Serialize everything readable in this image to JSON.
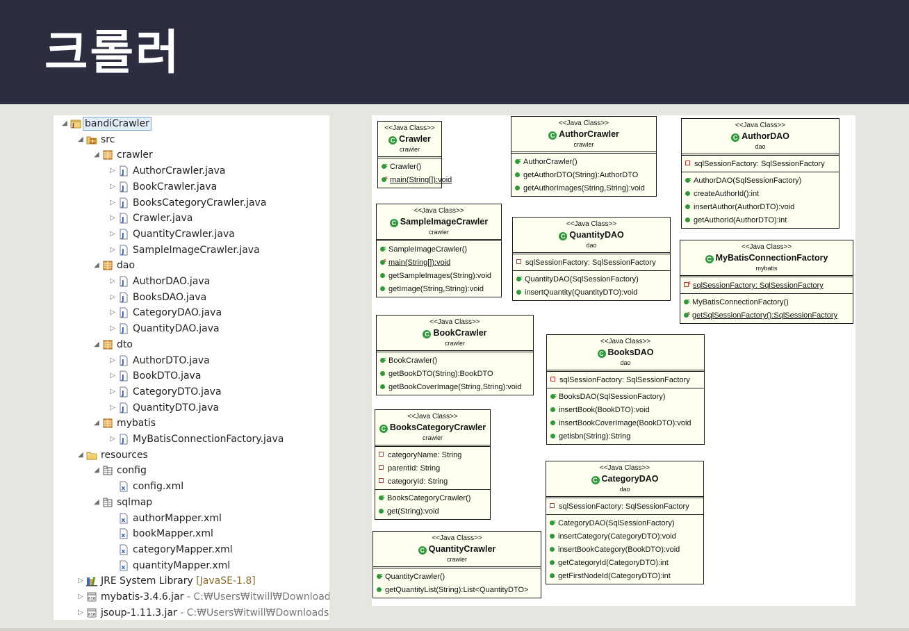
{
  "slide": {
    "title": "크롤러"
  },
  "explorer": {
    "rows": [
      {
        "depth": 0,
        "tw": "open",
        "icon": "project",
        "label": "bandiCrawler",
        "selected": true
      },
      {
        "depth": 1,
        "tw": "open",
        "icon": "src-folder",
        "label": "src"
      },
      {
        "depth": 2,
        "tw": "open",
        "icon": "package",
        "label": "crawler"
      },
      {
        "depth": 3,
        "tw": "closed",
        "icon": "java-file",
        "label": "AuthorCrawler.java"
      },
      {
        "depth": 3,
        "tw": "closed",
        "icon": "java-file",
        "label": "BookCrawler.java"
      },
      {
        "depth": 3,
        "tw": "closed",
        "icon": "java-file",
        "label": "BooksCategoryCrawler.java"
      },
      {
        "depth": 3,
        "tw": "closed",
        "icon": "java-file",
        "label": "Crawler.java"
      },
      {
        "depth": 3,
        "tw": "closed",
        "icon": "java-file",
        "label": "QuantityCrawler.java"
      },
      {
        "depth": 3,
        "tw": "closed",
        "icon": "java-file",
        "label": "SampleImageCrawler.java"
      },
      {
        "depth": 2,
        "tw": "open",
        "icon": "package",
        "label": "dao"
      },
      {
        "depth": 3,
        "tw": "closed",
        "icon": "java-file",
        "label": "AuthorDAO.java"
      },
      {
        "depth": 3,
        "tw": "closed",
        "icon": "java-file",
        "label": "BooksDAO.java"
      },
      {
        "depth": 3,
        "tw": "closed",
        "icon": "java-file",
        "label": "CategoryDAO.java"
      },
      {
        "depth": 3,
        "tw": "closed",
        "icon": "java-file",
        "label": "QuantityDAO.java"
      },
      {
        "depth": 2,
        "tw": "open",
        "icon": "package",
        "label": "dto"
      },
      {
        "depth": 3,
        "tw": "closed",
        "icon": "java-file",
        "label": "AuthorDTO.java"
      },
      {
        "depth": 3,
        "tw": "closed",
        "icon": "java-file",
        "label": "BookDTO.java"
      },
      {
        "depth": 3,
        "tw": "closed",
        "icon": "java-file",
        "label": "CategoryDTO.java"
      },
      {
        "depth": 3,
        "tw": "closed",
        "icon": "java-file",
        "label": "QuantityDTO.java"
      },
      {
        "depth": 2,
        "tw": "open",
        "icon": "package",
        "label": "mybatis"
      },
      {
        "depth": 3,
        "tw": "closed",
        "icon": "java-file",
        "label": "MyBatisConnectionFactory.java"
      },
      {
        "depth": 1,
        "tw": "open",
        "icon": "folder",
        "label": "resources"
      },
      {
        "depth": 2,
        "tw": "open",
        "icon": "resource-folder",
        "label": "config"
      },
      {
        "depth": 3,
        "tw": "none",
        "icon": "xml-file",
        "label": "config.xml"
      },
      {
        "depth": 2,
        "tw": "open",
        "icon": "resource-folder",
        "label": "sqlmap"
      },
      {
        "depth": 3,
        "tw": "none",
        "icon": "xml-file",
        "label": "authorMapper.xml"
      },
      {
        "depth": 3,
        "tw": "none",
        "icon": "xml-file",
        "label": "bookMapper.xml"
      },
      {
        "depth": 3,
        "tw": "none",
        "icon": "xml-file",
        "label": "categoryMapper.xml"
      },
      {
        "depth": 3,
        "tw": "none",
        "icon": "xml-file",
        "label": "quantityMapper.xml"
      },
      {
        "depth": 1,
        "tw": "closed",
        "icon": "library",
        "label": "JRE System Library",
        "decoration": "[JavaSE-1.8]"
      },
      {
        "depth": 1,
        "tw": "closed",
        "icon": "jar",
        "label": "mybatis-3.4.6.jar",
        "path": " - C:₩Users₩itwill₩Downloads"
      },
      {
        "depth": 1,
        "tw": "closed",
        "icon": "jar",
        "label": "jsoup-1.11.3.jar",
        "path": " - C:₩Users₩itwill₩Downloads"
      }
    ]
  },
  "uml": {
    "stereotype": "<<Java Class>>",
    "classes": [
      {
        "id": "crawler",
        "name": "Crawler",
        "pkg": "crawler",
        "fields": [],
        "methods": [
          {
            "kind": "ctor",
            "text": "Crawler()"
          },
          {
            "kind": "static",
            "text": "main(String[]):void"
          }
        ]
      },
      {
        "id": "author-crawler",
        "name": "AuthorCrawler",
        "pkg": "crawler",
        "fields": [],
        "methods": [
          {
            "kind": "ctor",
            "text": "AuthorCrawler()"
          },
          {
            "kind": "method",
            "text": "getAuthorDTO(String):AuthorDTO"
          },
          {
            "kind": "method",
            "text": "getAuthorImages(String,String):void"
          }
        ]
      },
      {
        "id": "author-dao",
        "name": "AuthorDAO",
        "pkg": "dao",
        "fields": [
          {
            "kind": "private",
            "text": "sqlSessionFactory: SqlSessionFactory"
          }
        ],
        "methods": [
          {
            "kind": "ctor",
            "text": "AuthorDAO(SqlSessionFactory)"
          },
          {
            "kind": "method",
            "text": "createAuthorId():int"
          },
          {
            "kind": "method",
            "text": "insertAuthor(AuthorDTO):void"
          },
          {
            "kind": "method",
            "text": "getAuthorId(AuthorDTO):int"
          }
        ]
      },
      {
        "id": "sample-image-crawler",
        "name": "SampleImageCrawler",
        "pkg": "crawler",
        "fields": [],
        "methods": [
          {
            "kind": "ctor",
            "text": "SampleImageCrawler()"
          },
          {
            "kind": "static",
            "text": "main(String[]):void"
          },
          {
            "kind": "method",
            "text": "getSampleImages(String):void"
          },
          {
            "kind": "method",
            "text": "getImage(String,String):void"
          }
        ]
      },
      {
        "id": "quantity-dao",
        "name": "QuantityDAO",
        "pkg": "dao",
        "fields": [
          {
            "kind": "private",
            "text": "sqlSessionFactory: SqlSessionFactory"
          }
        ],
        "methods": [
          {
            "kind": "ctor",
            "text": "QuantityDAO(SqlSessionFactory)"
          },
          {
            "kind": "method",
            "text": "insertQuantity(QuantityDTO):void"
          }
        ]
      },
      {
        "id": "mybatis-connection-factory",
        "name": "MyBatisConnectionFactory",
        "pkg": "mybatis",
        "fields": [
          {
            "kind": "private-static",
            "text": "sqlSessionFactory: SqlSessionFactory"
          }
        ],
        "methods": [
          {
            "kind": "ctor",
            "text": "MyBatisConnectionFactory()"
          },
          {
            "kind": "static",
            "text": "getSqlSessionFactory():SqlSessionFactory"
          }
        ]
      },
      {
        "id": "book-crawler",
        "name": "BookCrawler",
        "pkg": "crawler",
        "fields": [],
        "methods": [
          {
            "kind": "ctor",
            "text": "BookCrawler()"
          },
          {
            "kind": "method",
            "text": "getBookDTO(String):BookDTO"
          },
          {
            "kind": "method",
            "text": "getBookCoverImage(String,String):void"
          }
        ]
      },
      {
        "id": "books-dao",
        "name": "BooksDAO",
        "pkg": "dao",
        "fields": [
          {
            "kind": "private",
            "text": "sqlSessionFactory: SqlSessionFactory"
          }
        ],
        "methods": [
          {
            "kind": "ctor",
            "text": "BooksDAO(SqlSessionFactory)"
          },
          {
            "kind": "method",
            "text": "insertBook(BookDTO):void"
          },
          {
            "kind": "method",
            "text": "insertBookCoverImage(BookDTO):void"
          },
          {
            "kind": "method",
            "text": "getisbn(String):String"
          }
        ]
      },
      {
        "id": "books-category-crawler",
        "name": "BooksCategoryCrawler",
        "pkg": "crawler",
        "fields": [
          {
            "kind": "private",
            "text": "categoryName: String"
          },
          {
            "kind": "private",
            "text": "parentId: String"
          },
          {
            "kind": "private",
            "text": "categoryId: String"
          }
        ],
        "methods": [
          {
            "kind": "ctor",
            "text": "BooksCategoryCrawler()"
          },
          {
            "kind": "method",
            "text": "get(String):void"
          }
        ]
      },
      {
        "id": "category-dao",
        "name": "CategoryDAO",
        "pkg": "dao",
        "fields": [
          {
            "kind": "private",
            "text": "sqlSessionFactory: SqlSessionFactory"
          }
        ],
        "methods": [
          {
            "kind": "ctor",
            "text": "CategoryDAO(SqlSessionFactory)"
          },
          {
            "kind": "method",
            "text": "insertCategory(CategoryDTO):void"
          },
          {
            "kind": "method",
            "text": "insertBookCategory(BookDTO):void"
          },
          {
            "kind": "method",
            "text": "getCategoryId(CategoryDTO):int"
          },
          {
            "kind": "method",
            "text": "getFirstNodeId(CategoryDTO):int"
          }
        ]
      },
      {
        "id": "quantity-crawler",
        "name": "QuantityCrawler",
        "pkg": "crawler",
        "fields": [],
        "methods": [
          {
            "kind": "ctor",
            "text": "QuantityCrawler()"
          },
          {
            "kind": "method",
            "text": "getQuantityList(String):List<QuantityDTO>"
          }
        ]
      }
    ]
  }
}
